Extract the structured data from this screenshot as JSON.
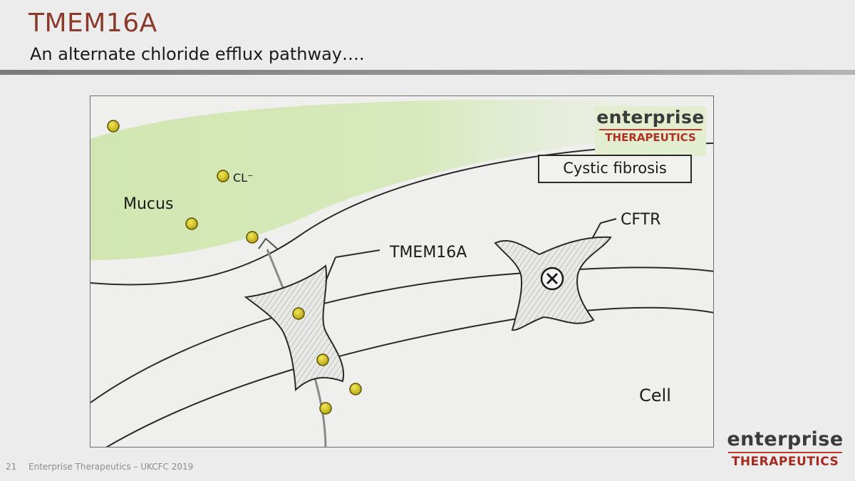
{
  "slide": {
    "title": "TMEM16A",
    "subtitle": "An alternate chloride efflux pathway…."
  },
  "diagram": {
    "labels": {
      "mucus": "Mucus",
      "chloride": "CL⁻",
      "tmem16a": "TMEM16A",
      "cftr": "CFTR",
      "cell": "Cell",
      "condition": "Cystic fibrosis"
    },
    "blocked_symbol": "⊗",
    "logo": {
      "line1": "enterprise",
      "line2": "THERAPEUTICS"
    }
  },
  "footer": {
    "page_number": "21",
    "text": "Enterprise Therapeutics – UKCFC 2019"
  },
  "corner_logo": {
    "line1": "enterprise",
    "line2": "THERAPEUTICS"
  },
  "colors": {
    "title": "#8b3a2a",
    "mucus": "#c9e3a6",
    "ion": "#d4c31a",
    "logo_accent": "#b03024"
  }
}
